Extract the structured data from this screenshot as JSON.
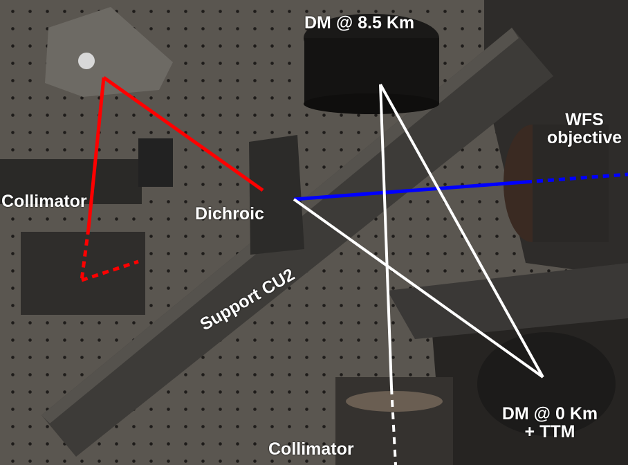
{
  "labels": {
    "dm_high": "DM @ 8.5 Km",
    "wfs_line1": "WFS",
    "wfs_line2": "objective",
    "collimator_left": "Collimator",
    "dichroic": "Dichroic",
    "support": "Support CU2",
    "dm_ground_line1": "DM @ 0 Km",
    "dm_ground_line2": "+ TTM",
    "collimator_bottom": "Collimator"
  },
  "colors": {
    "red_beam": "#ff0000",
    "blue_beam": "#0000ff",
    "white_beam": "#ffffff"
  }
}
